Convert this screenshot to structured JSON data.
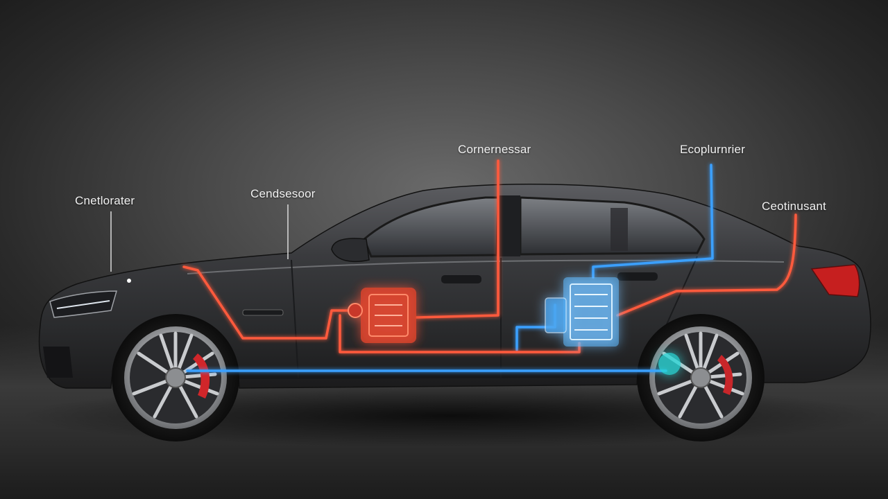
{
  "labels": {
    "front": "Cnetlorater",
    "condenser": "Cendsesoor",
    "compressor": "Cornernessar",
    "evaporator": "Ecoplurnrier",
    "rear": "Ceotinusant"
  },
  "colors": {
    "hot_line": "#ff5a3c",
    "cold_line": "#3aa0ff",
    "body_paint": "#3c3d40",
    "background": "#2a2a2a"
  }
}
